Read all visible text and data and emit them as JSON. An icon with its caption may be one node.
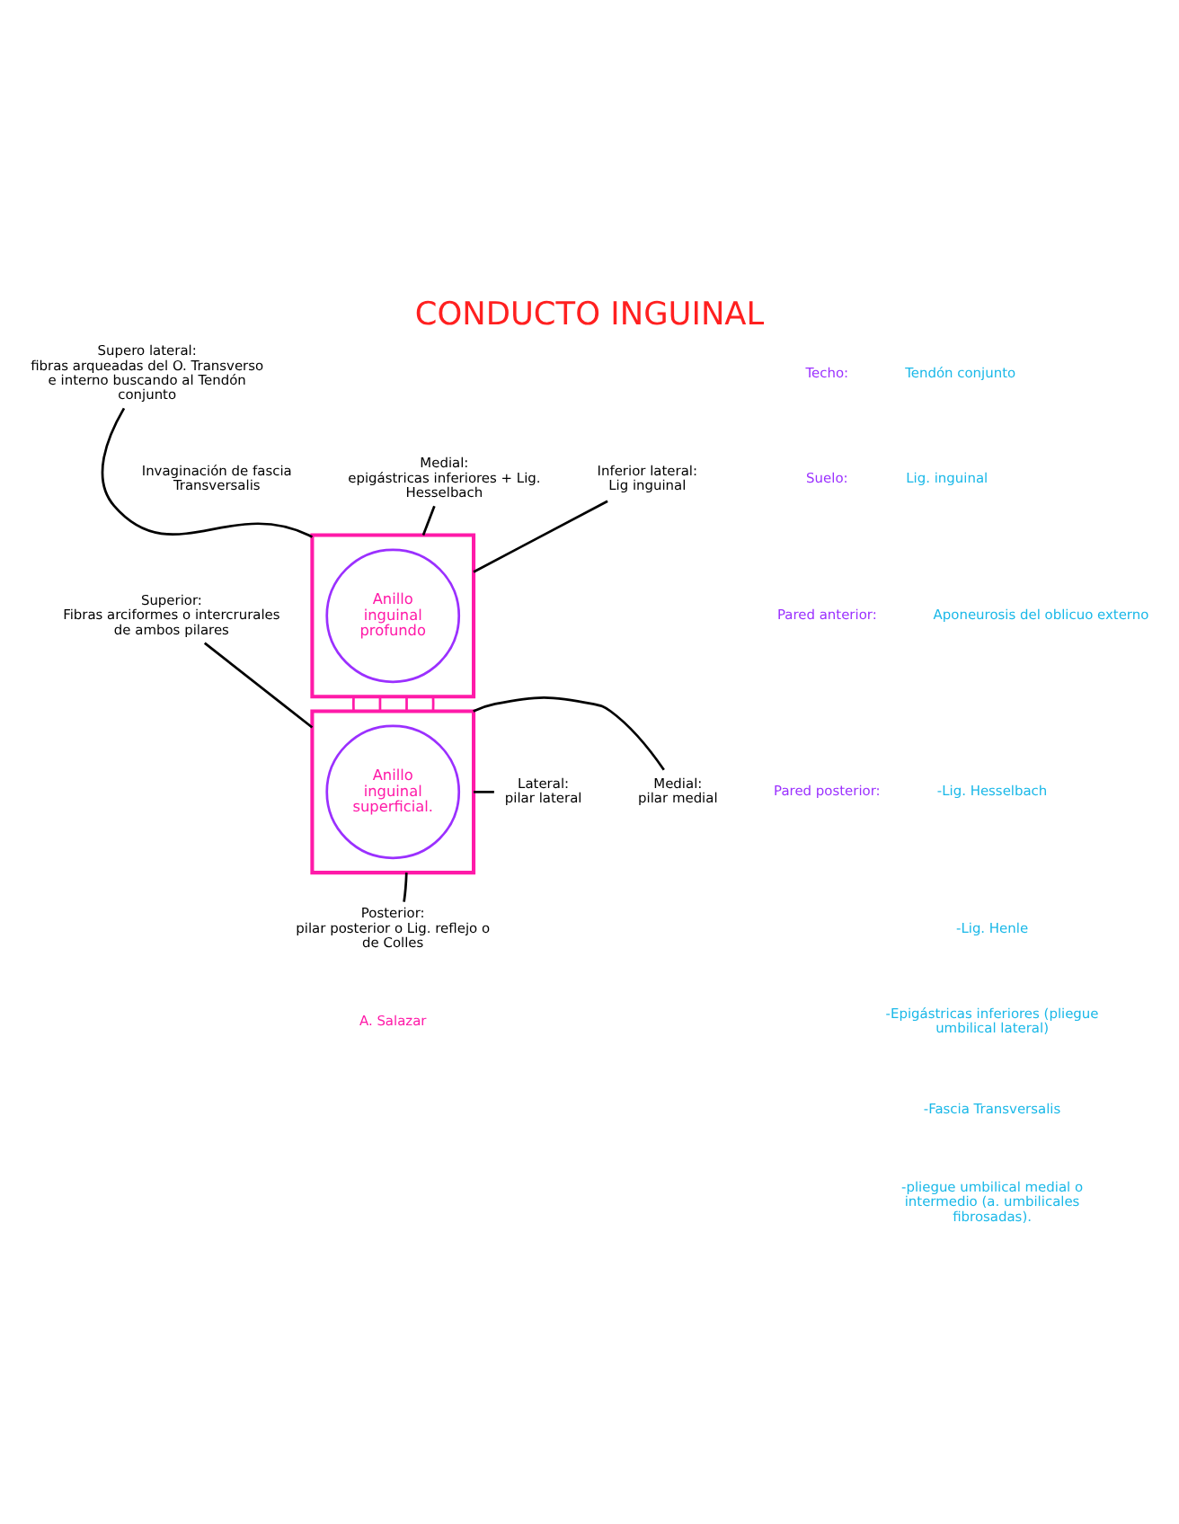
{
  "diagram": {
    "title": "CONDUCTO INGUINAL",
    "nodes": [
      {
        "text": [],
        "shape": "box"
      },
      {
        "text": [
          "Anillo inguinal profundo"
        ],
        "in": 0
      },
      {
        "text": [],
        "shape": "box"
      },
      {
        "text": [
          "Anillo inguinal superficial."
        ],
        "in": 2
      },
      {
        "text": [
          "Supero lateral:",
          "fibras arqueadas del O. Transverso e interno buscando al Tendón conjunto"
        ]
      },
      {
        "text": [
          "Medial:",
          "epigástricas inferiores + Lig. Hesselbach"
        ]
      },
      {
        "text": [
          "Inferior lateral:",
          "Lig inguinal"
        ]
      },
      {
        "text": [
          "Superior:",
          "Fibras arciformes o intercrurales de ambos pilares"
        ]
      },
      {
        "text": [
          "Lateral:",
          "pilar lateral"
        ]
      },
      {
        "text": [
          "Medial:",
          "pilar medial"
        ]
      },
      {
        "text": [
          "Posterior:",
          "pilar posterior o Lig. reflejo o de Colles"
        ]
      }
    ],
    "edges": [
      {
        "from": 0,
        "to": 2,
        "arrow": "none",
        "color": "#ff1aa8"
      },
      {
        "from": 0,
        "to": 2,
        "arrow": "none",
        "color": "#ff1aa8"
      },
      {
        "from": 0,
        "to": 2,
        "arrow": "none",
        "color": "#ff1aa8"
      },
      {
        "from": 0,
        "to": 2,
        "arrow": "none",
        "color": "#ff1aa8"
      },
      {
        "from": 4,
        "to": 0,
        "arrow": "none"
      },
      {
        "from": 5,
        "to": 0,
        "arrow": "none"
      },
      {
        "from": 6,
        "to": 0,
        "arrow": "none"
      },
      {
        "from": 7,
        "to": 2,
        "arrow": "none"
      },
      {
        "from": 8,
        "to": 2,
        "arrow": "none"
      },
      {
        "from": 9,
        "to": 2,
        "arrow": "none"
      },
      {
        "from": 10,
        "to": 2,
        "arrow": "none"
      }
    ],
    "labels": [
      "Invaginación de fascia Transversalis",
      "Techo:",
      "Tendón conjunto",
      "Suelo:",
      "Lig. inguinal",
      "Pared anterior:",
      "Aponeurosis del oblicuo externo",
      "Pared posterior:",
      "-Lig. Hesselbach",
      "-Lig. Henle",
      "-Epigástricas inferiores (pliegue umbilical lateral)",
      "-Fascia Transversalis",
      "-pliegue umbilical medial o intermedio (a. umbilicales fibrosadas).",
      "A. Salazar"
    ]
  }
}
